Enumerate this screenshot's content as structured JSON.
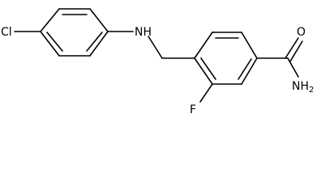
{
  "molecule": {
    "atoms": {
      "chlorine": "Cl",
      "amine": "NH",
      "fluorine": "F",
      "carbonyl_oxygen": "O",
      "amide_nitrogen": "NH",
      "amide_subscript": "2"
    }
  }
}
